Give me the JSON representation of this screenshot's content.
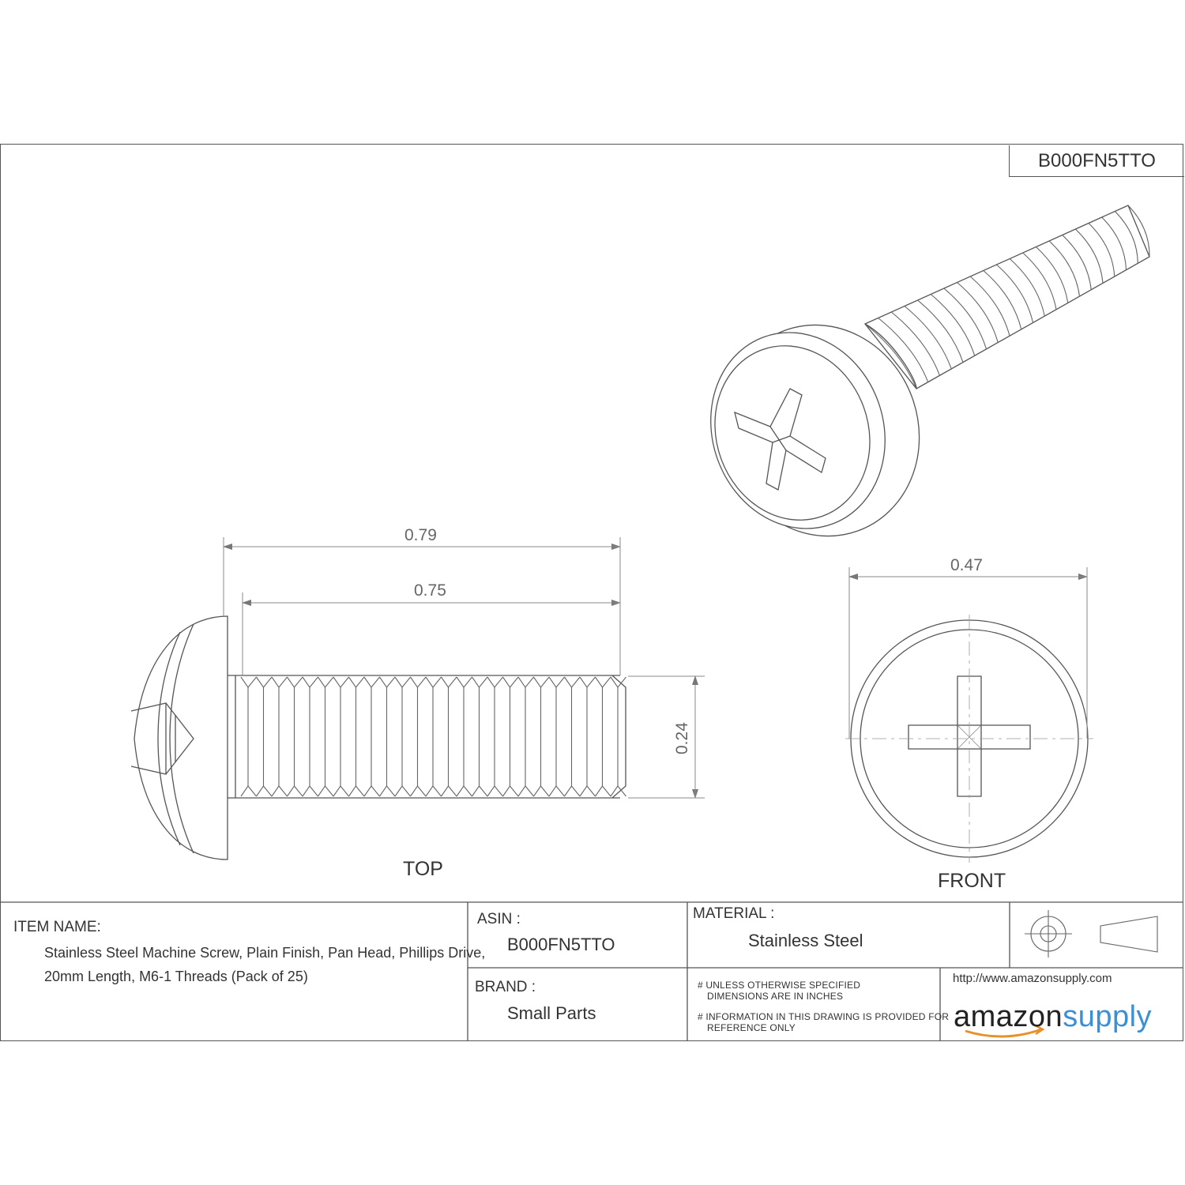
{
  "header": {
    "asin_box": "B000FN5TTO"
  },
  "dimensions": {
    "overall_length": "0.79",
    "thread_length": "0.75",
    "diameter": "0.24",
    "head_diameter": "0.47"
  },
  "views": {
    "top": "TOP",
    "front": "FRONT"
  },
  "title_block": {
    "item_name_label": "ITEM NAME:",
    "item_name_line1": "Stainless Steel Machine Screw, Plain Finish, Pan Head, Phillips Drive,",
    "item_name_line2": "20mm Length, M6-1 Threads (Pack of 25)",
    "asin_label": "ASIN :",
    "asin_value": "B000FN5TTO",
    "material_label": "MATERIAL :",
    "material_value": "Stainless Steel",
    "brand_label": "BRAND :",
    "brand_value": "Small Parts",
    "note1_line1": "# UNLESS OTHERWISE SPECIFIED",
    "note1_line2": "DIMENSIONS ARE IN INCHES",
    "note2_line1": "# INFORMATION IN THIS DRAWING IS PROVIDED FOR",
    "note2_line2": "REFERENCE ONLY",
    "url": "http://www.amazonsupply.com",
    "logo_part1": "amazon",
    "logo_part2": "supply"
  }
}
